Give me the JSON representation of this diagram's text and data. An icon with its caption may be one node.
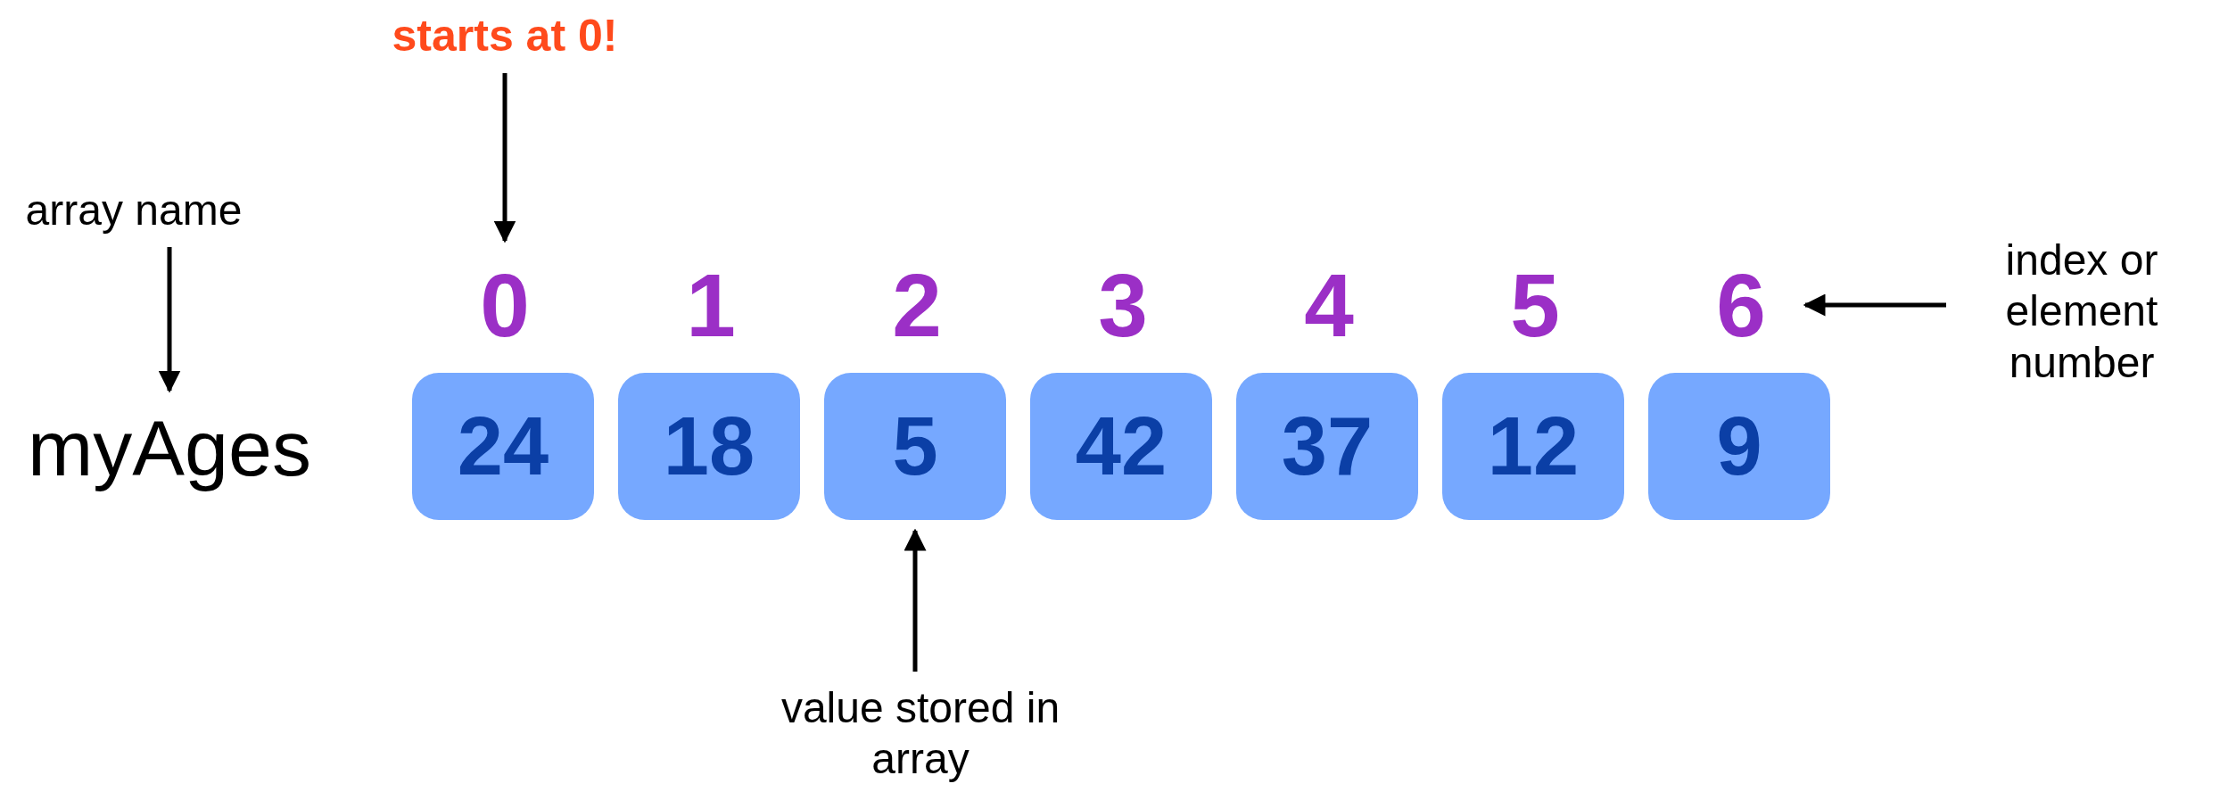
{
  "diagram": {
    "nodes": [
      {
        "text": [
          "starts at 0!"
        ]
      },
      {
        "text": [
          "array name"
        ]
      },
      {
        "text": [
          "0"
        ]
      },
      {
        "text": [
          "6"
        ]
      },
      {
        "text": [
          "index or element number"
        ]
      },
      {
        "text": [
          "myAges"
        ]
      },
      {
        "text": [
          "24"
        ]
      },
      {
        "text": [
          "18"
        ]
      },
      {
        "text": [
          "5"
        ]
      },
      {
        "text": [
          "42"
        ]
      },
      {
        "text": [
          "37"
        ]
      },
      {
        "text": [
          "12"
        ]
      },
      {
        "text": [
          "9"
        ]
      },
      {
        "text": [
          "value stored in array"
        ]
      }
    ],
    "edges": [
      {
        "from": 0,
        "to": 2,
        "arrow": "to"
      },
      {
        "from": 1,
        "to": 5,
        "arrow": "to"
      },
      {
        "from": 4,
        "to": 3,
        "arrow": "to"
      },
      {
        "from": 13,
        "to": 8,
        "arrow": "to"
      }
    ],
    "labels": [
      "1",
      "2",
      "3",
      "4",
      "5"
    ]
  }
}
